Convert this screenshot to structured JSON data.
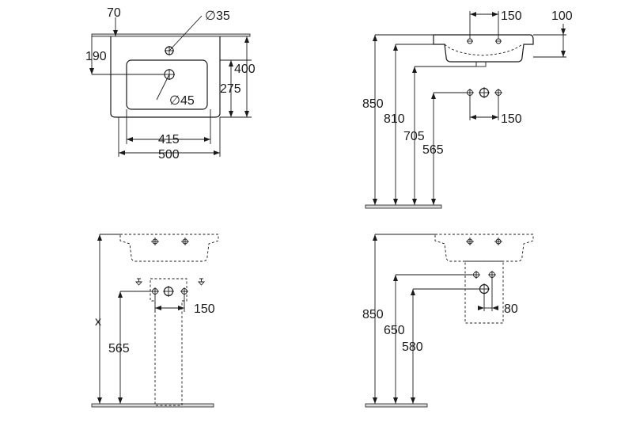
{
  "diagram_1_top_view": {
    "dim_70": "70",
    "dim_d35": "∅35",
    "dim_190": "190",
    "dim_400": "400",
    "dim_275": "275",
    "dim_d45": "∅45",
    "dim_415": "415",
    "dim_500": "500"
  },
  "diagram_2_side_view": {
    "dim_150_top": "150",
    "dim_100": "100",
    "dim_850": "850",
    "dim_810": "810",
    "dim_705": "705",
    "dim_565": "565",
    "dim_150_bottom": "150"
  },
  "diagram_3_pedestal_view": {
    "dim_x": "x",
    "dim_565": "565",
    "dim_150": "150"
  },
  "diagram_4_semi_pedestal_view": {
    "dim_850": "850",
    "dim_650": "650",
    "dim_580": "580",
    "dim_80": "80"
  }
}
